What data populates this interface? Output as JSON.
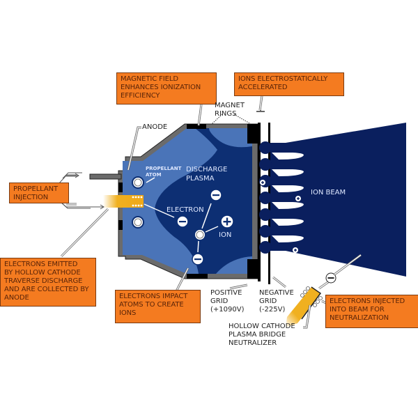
{
  "title": "Ion thruster schematic",
  "callouts": {
    "magnetic_field": "MAGNETIC FIELD\nENHANCES IONIZATION\nEFFICIENCY",
    "ions_accelerated": "IONS ELECTROSTATICALLY\nACCELERATED",
    "propellant_injection": "PROPELLANT\nINJECTION",
    "electrons_emitted": "ELECTRONS EMITTED\nBY HOLLOW CATHODE\nTRAVERSE DISCHARGE\nAND ARE COLLECTED BY\nANODE",
    "electrons_impact": "ELECTRONS IMPACT\nATOMS TO CREATE\nIONS",
    "electrons_injected": "ELECTRONS INJECTED\nINTO BEAM FOR\nNEUTRALIZATION"
  },
  "labels": {
    "magnet_rings": "MAGNET\nRINGS",
    "anode": "ANODE",
    "propellant_atom": "PROPELLANT\nATOM",
    "discharge_plasma": "DISCHARGE\nPLASMA",
    "electron": "ELECTRON",
    "ion": "ION",
    "ion_beam": "ION BEAM",
    "positive_grid": "POSITIVE\nGRID\n(+1090V)",
    "negative_grid": "NEGATIVE\nGRID\n(-225V)",
    "neutralizer": "HOLLOW CATHODE\nPLASMA BRIDGE\nNEUTRALIZER"
  },
  "symbols": {
    "minus": "−",
    "plus": "+"
  },
  "colors": {
    "callout_fill": "#f47b20",
    "chamber_light": "#4a74b8",
    "plasma_dark": "#0d2f73",
    "beam": "#0a1f5e",
    "wall": "#6b6b6b",
    "cathode": "#f0b020"
  }
}
